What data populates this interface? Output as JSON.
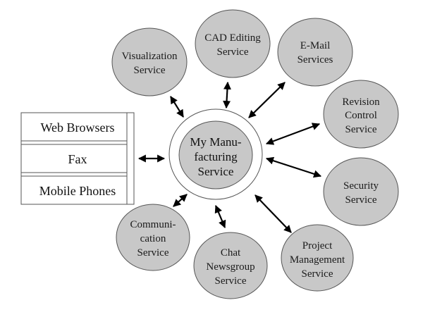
{
  "diagram": {
    "center": {
      "lines": [
        "My Manu-",
        "facturing",
        "Service"
      ]
    },
    "clients": [
      {
        "label": "Web Browsers"
      },
      {
        "label": "Fax"
      },
      {
        "label": "Mobile Phones"
      }
    ],
    "services": [
      {
        "id": "visualization",
        "lines": [
          "Visualization",
          "Service"
        ]
      },
      {
        "id": "cad-editing",
        "lines": [
          "CAD Editing",
          "Service"
        ]
      },
      {
        "id": "email",
        "lines": [
          "E-Mail",
          "Services"
        ]
      },
      {
        "id": "revision-control",
        "lines": [
          "Revision",
          "Control",
          "Service"
        ]
      },
      {
        "id": "security",
        "lines": [
          "Security",
          "Service"
        ]
      },
      {
        "id": "project-management",
        "lines": [
          "Project",
          "Management",
          "Service"
        ]
      },
      {
        "id": "chat-newsgroup",
        "lines": [
          "Chat",
          "Newsgroup",
          "Service"
        ]
      },
      {
        "id": "communication",
        "lines": [
          "Communi-",
          "cation",
          "Service"
        ]
      }
    ],
    "colors": {
      "node_fill": "#c8c8c8",
      "node_stroke": "#555555",
      "arrow": "#000000"
    }
  }
}
